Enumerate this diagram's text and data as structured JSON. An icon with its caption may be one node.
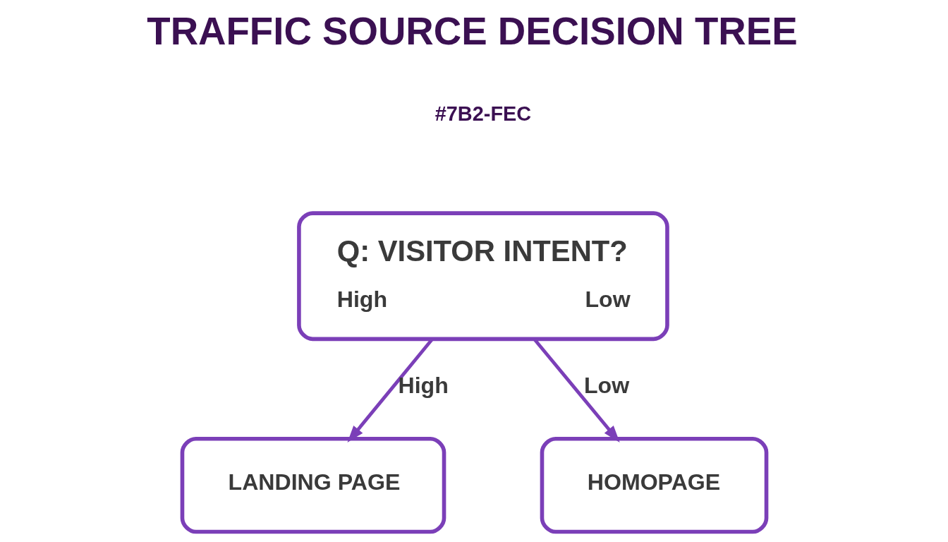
{
  "diagram": {
    "title": "TRAFFIC SOURCE DECISION TREE",
    "nodes": [
      {
        "text": [
          "Q: VISITOR INTENT?",
          "High",
          "Low"
        ]
      },
      {
        "text": [
          "LANDING PAGE"
        ]
      },
      {
        "text": [
          "HOMOPAGE"
        ]
      }
    ],
    "edges": [
      {
        "from": 0,
        "to": 1,
        "arrow": "to",
        "label": "High"
      },
      {
        "from": 0,
        "to": 2,
        "arrow": "to",
        "label": "Low"
      }
    ],
    "labels": [
      "#7B2-FEC"
    ]
  }
}
